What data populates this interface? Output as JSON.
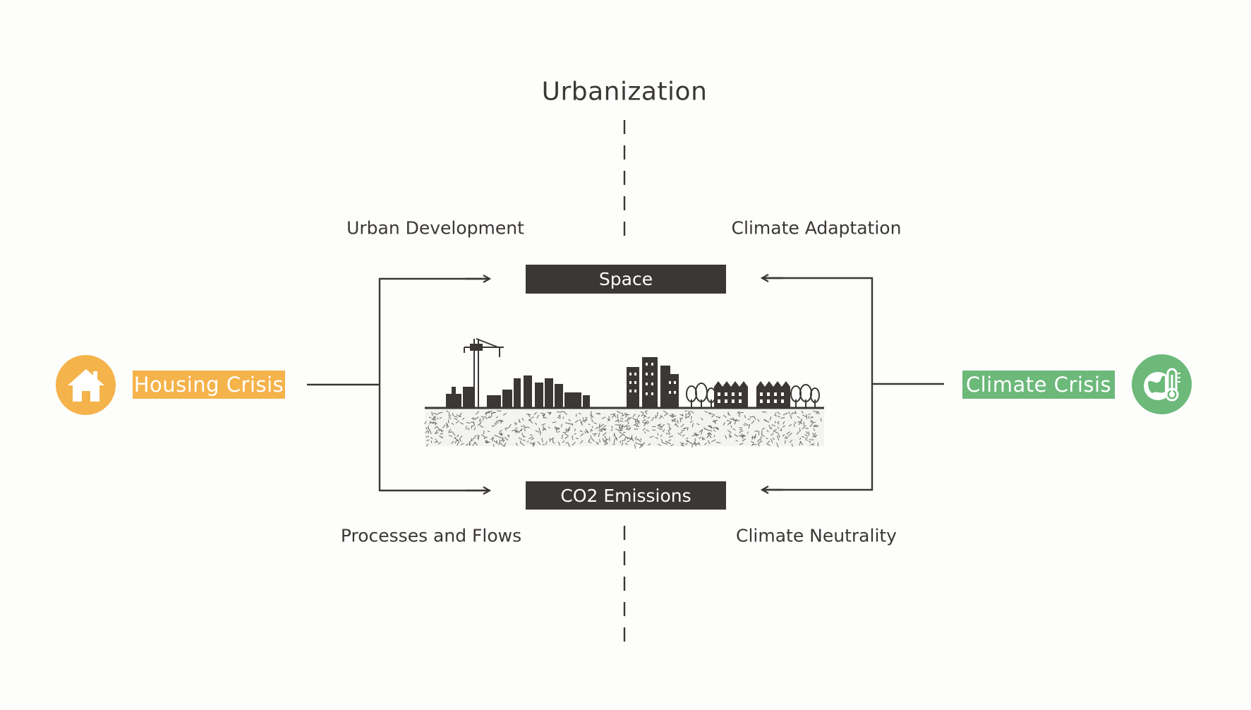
{
  "title": "Urbanization",
  "quadrants": {
    "top_left": "Urban Development",
    "top_right": "Climate Adaptation",
    "bottom_left": "Processes and Flows",
    "bottom_right": "Climate Neutrality"
  },
  "boxes": {
    "top": "Space",
    "bottom": "CO2 Emissions"
  },
  "left_tag": {
    "label": "Housing Crisis",
    "color": "#f5b34b",
    "icon": "house-icon"
  },
  "right_tag": {
    "label": "Climate Crisis",
    "color": "#6cb97a",
    "icon": "globe-thermometer-icon"
  },
  "colors": {
    "dark": "#3a3735",
    "background": "#fdfdfc"
  },
  "center_image": "city-skyline-illustration"
}
